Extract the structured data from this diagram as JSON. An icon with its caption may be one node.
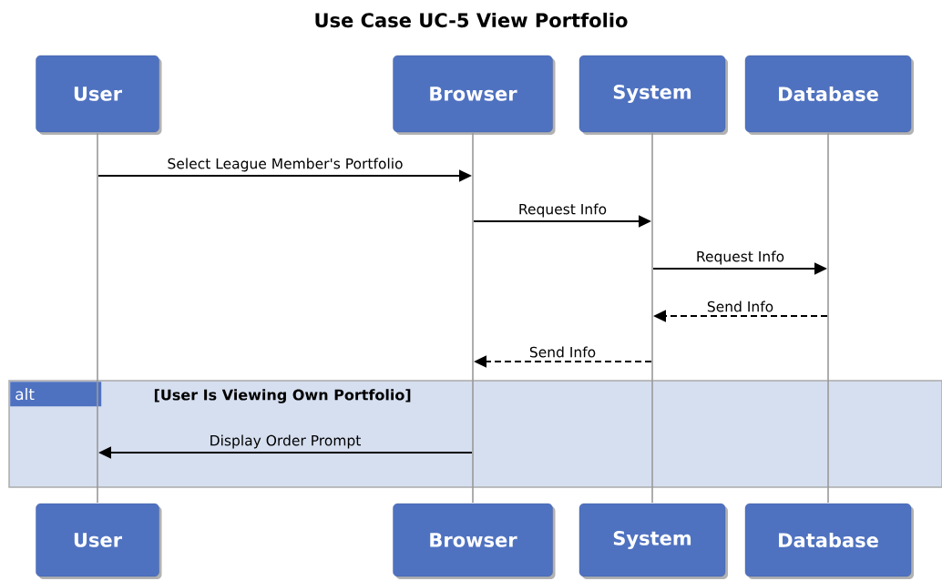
{
  "diagram": {
    "title": "Use Case UC-5 View Portfolio",
    "nodes": [
      {
        "text": [
          "User"
        ]
      },
      {
        "text": [
          "Browser"
        ]
      },
      {
        "text": [
          "System"
        ]
      },
      {
        "text": [
          "Database"
        ]
      },
      {
        "text": [],
        "shape": "bar"
      },
      {
        "text": [],
        "shape": "bar"
      },
      {
        "text": [],
        "shape": "bar"
      },
      {
        "text": [],
        "shape": "bar"
      },
      {
        "text": [
          "alt"
        ],
        "beside": [
          "[User Is Viewing Own Portfolio]"
        ]
      },
      {
        "text": [
          "User"
        ]
      },
      {
        "text": [
          "Browser"
        ]
      },
      {
        "text": [
          "System"
        ]
      },
      {
        "text": [
          "Database"
        ]
      }
    ],
    "edges": [
      {
        "from": 4,
        "to": 5,
        "arrow": "to",
        "label": "Select League Member's Portfolio"
      },
      {
        "from": 5,
        "to": 6,
        "arrow": "to",
        "label": "Request Info"
      },
      {
        "from": 6,
        "to": 7,
        "arrow": "to",
        "label": "Request Info"
      },
      {
        "from": 7,
        "to": 6,
        "arrow": "to",
        "label": "Send Info",
        "style": "dashed"
      },
      {
        "from": 6,
        "to": 5,
        "arrow": "to",
        "label": "Send Info",
        "style": "dashed"
      },
      {
        "from": 5,
        "to": 4,
        "arrow": "to",
        "label": "Display Order Prompt"
      }
    ]
  }
}
